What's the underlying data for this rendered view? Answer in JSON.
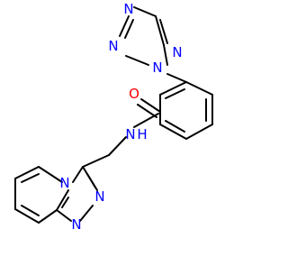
{
  "molecule": {
    "atom_labels": {
      "tetrazole_n1": "N",
      "tetrazole_n2": "N",
      "tetrazole_n3": "N",
      "tetrazole_n4": "N",
      "carbonyl_o": "O",
      "amide_n": "N",
      "amide_h": "H",
      "fused_n": "N",
      "triazole_n1": "N",
      "triazole_n2": "N"
    }
  },
  "colors": {
    "bond": "#000000",
    "nitrogen": "#0000ff",
    "oxygen": "#ff0000",
    "background": "#ffffff"
  }
}
